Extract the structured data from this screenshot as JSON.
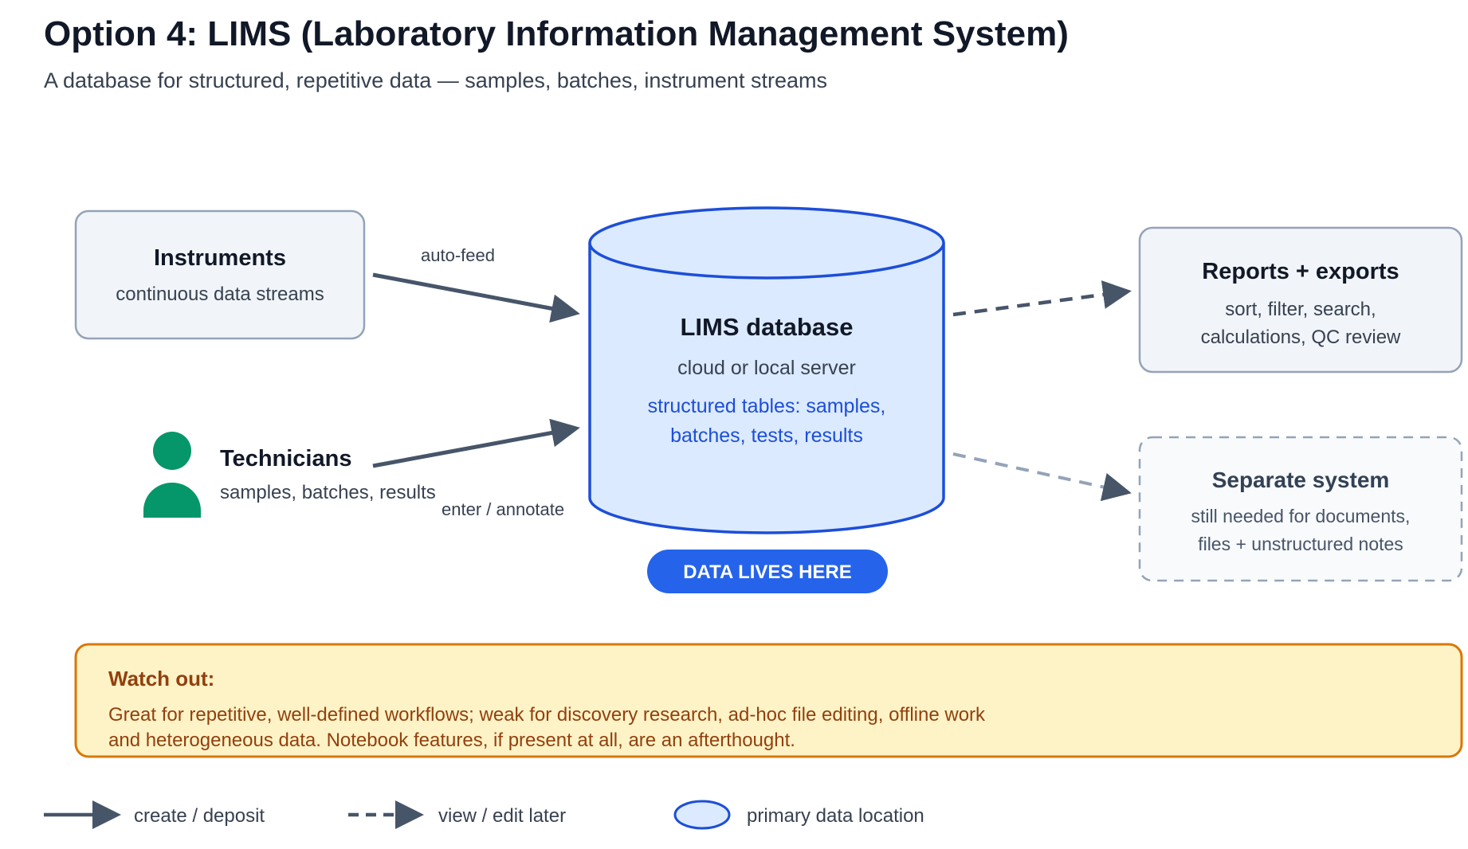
{
  "title": "Option 4: LIMS (Laboratory Information Management System)",
  "subtitle": "A database for structured, repetitive data — samples, batches, instrument streams",
  "instruments": {
    "title": "Instruments",
    "subtitle": "continuous data streams"
  },
  "technicians": {
    "title": "Technicians",
    "subtitle": "samples, batches, results"
  },
  "arrows": {
    "auto_feed": "auto-feed",
    "enter_annotate": "enter / annotate"
  },
  "database": {
    "title": "LIMS database",
    "subtitle": "cloud or local server",
    "detail_line1": "structured tables: samples,",
    "detail_line2": "batches, tests, results",
    "badge": "DATA LIVES HERE"
  },
  "reports": {
    "title": "Reports + exports",
    "line1": "sort, filter, search,",
    "line2": "calculations, QC review"
  },
  "separate": {
    "title": "Separate system",
    "line1": "still needed for documents,",
    "line2": "files + unstructured notes"
  },
  "warning": {
    "heading": "Watch out:",
    "line1": "Great for repetitive, well-defined workflows; weak for discovery research, ad-hoc file editing, offline work",
    "line2": "and heterogeneous data. Notebook features, if present at all, are an afterthought."
  },
  "legend": {
    "solid": "create / deposit",
    "dashed": "view / edit later",
    "ellipse": "primary data location"
  },
  "colors": {
    "ink": "#111827",
    "muted": "#374151",
    "soft": "#475569",
    "arrow": "#475569",
    "db_fill": "#dbeafe",
    "db_stroke": "#1d4ed8",
    "accent_blue": "#2563eb",
    "person_green": "#059669",
    "box_fill": "#f1f5f9",
    "box_stroke": "#94a3b8",
    "warn_fill": "#fef3c7",
    "warn_stroke": "#d97706",
    "warn_text": "#92400e"
  }
}
